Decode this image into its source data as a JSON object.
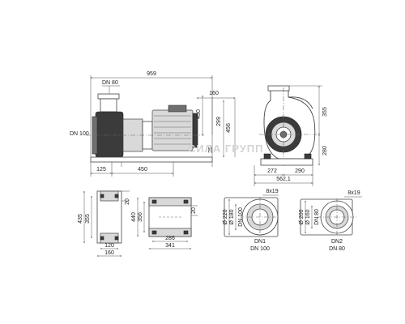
{
  "side_view": {
    "dn_suction": "DN 100",
    "dn_discharge": "DN 80",
    "overall_length": "959",
    "height_450": "450",
    "height_299": "299",
    "height_456": "456",
    "height_25": "25",
    "dim_160": "160",
    "base_125": "125",
    "base_450": "450"
  },
  "front_view": {
    "height_355": "355",
    "height_280": "280",
    "width_272": "272",
    "width_290": "290",
    "width_562": "562,1"
  },
  "foot_left": {
    "dim_435": "435",
    "dim_355": "355",
    "dim_20": "20",
    "dim_120": "120",
    "dim_160": "160"
  },
  "foot_right": {
    "dim_440": "440",
    "dim_356": "356",
    "dim_20": "20",
    "dim_286": "286",
    "dim_341": "341"
  },
  "flange_dn1": {
    "bolts": "8x19",
    "dia_220": "Ø 220",
    "dia_180": "Ø 180",
    "inner": "DN 100",
    "caption_1": "DN1",
    "caption_2": "DN 100"
  },
  "flange_dn2": {
    "bolts": "8x19",
    "dia_200": "Ø 200",
    "dia_160": "Ø 160",
    "inner": "DN 80",
    "caption_1": "DN2",
    "caption_2": "DN 80"
  },
  "watermark": "СИЛА ГРУПП"
}
